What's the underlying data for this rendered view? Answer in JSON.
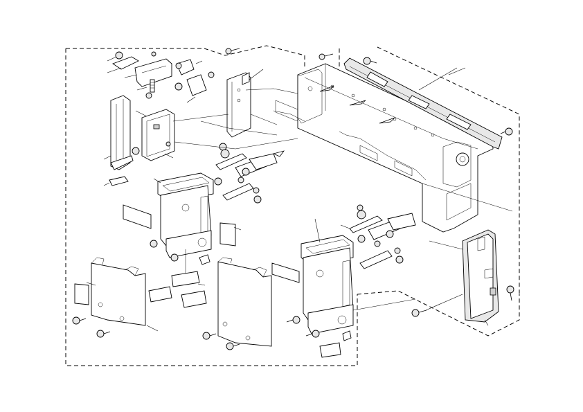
{
  "diagram": {
    "type": "exploded-parts-view",
    "colors": {
      "line": "#000000",
      "background": "#ffffff",
      "shade": "#e8e8e8"
    },
    "components": [
      "rear-frame",
      "top-rail-bracket",
      "left-bracket-plate",
      "center-bracket",
      "left-vertical-rail",
      "left-mount-plate",
      "left-unit-housing",
      "left-cover",
      "center-cover",
      "right-unit-housing",
      "right-side-cover",
      "gear-links-left",
      "gear-links-right",
      "screws",
      "labels"
    ]
  }
}
